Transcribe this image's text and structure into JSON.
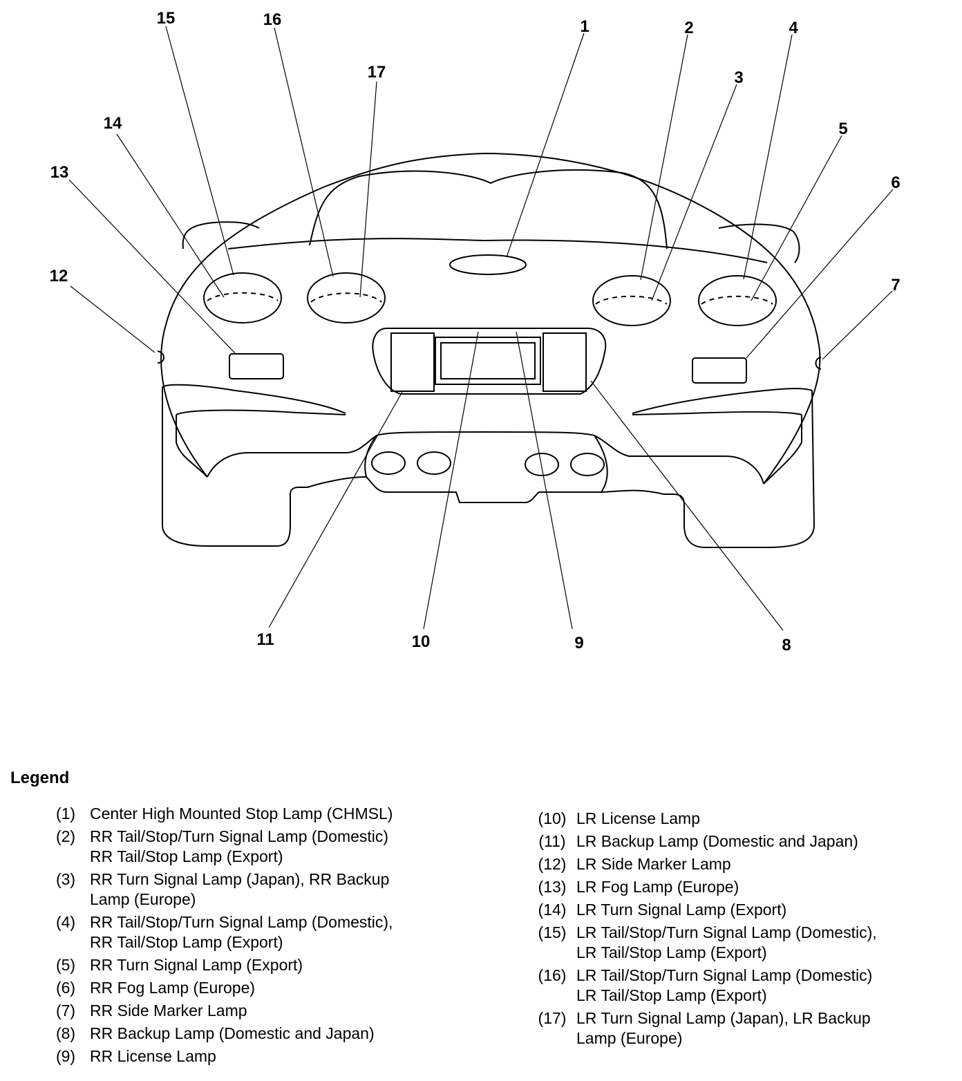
{
  "callouts": [
    "1",
    "2",
    "3",
    "4",
    "5",
    "6",
    "7",
    "8",
    "9",
    "10",
    "11",
    "12",
    "13",
    "14",
    "15",
    "16",
    "17"
  ],
  "legend": {
    "title": "Legend",
    "left": [
      {
        "num": "(1)",
        "text": "Center High Mounted Stop Lamp (CHMSL)"
      },
      {
        "num": "(2)",
        "text": "RR Tail/Stop/Turn Signal Lamp (Domestic)\nRR Tail/Stop Lamp (Export)"
      },
      {
        "num": "(3)",
        "text": "RR Turn Signal Lamp (Japan), RR Backup\nLamp (Europe)"
      },
      {
        "num": "(4)",
        "text": "RR Tail/Stop/Turn Signal Lamp (Domestic),\nRR Tail/Stop Lamp (Export)"
      },
      {
        "num": "(5)",
        "text": "RR Turn Signal Lamp (Export)"
      },
      {
        "num": "(6)",
        "text": "RR Fog Lamp (Europe)"
      },
      {
        "num": "(7)",
        "text": "RR Side Marker Lamp"
      },
      {
        "num": "(8)",
        "text": "RR Backup Lamp (Domestic and Japan)"
      },
      {
        "num": "(9)",
        "text": "RR License Lamp"
      }
    ],
    "right": [
      {
        "num": "(10)",
        "text": "LR License Lamp"
      },
      {
        "num": "(11)",
        "text": "LR Backup Lamp (Domestic and Japan)"
      },
      {
        "num": "(12)",
        "text": "LR Side Marker Lamp"
      },
      {
        "num": "(13)",
        "text": "LR Fog Lamp (Europe)"
      },
      {
        "num": "(14)",
        "text": "LR Turn Signal Lamp (Export)"
      },
      {
        "num": "(15)",
        "text": "LR Tail/Stop/Turn Signal Lamp (Domestic),\nLR Tail/Stop Lamp (Export)"
      },
      {
        "num": "(16)",
        "text": "LR Tail/Stop/Turn Signal Lamp (Domestic)\nLR Tail/Stop Lamp (Export)"
      },
      {
        "num": "(17)",
        "text": "LR Turn Signal Lamp (Japan), LR Backup\nLamp (Europe)"
      }
    ]
  }
}
